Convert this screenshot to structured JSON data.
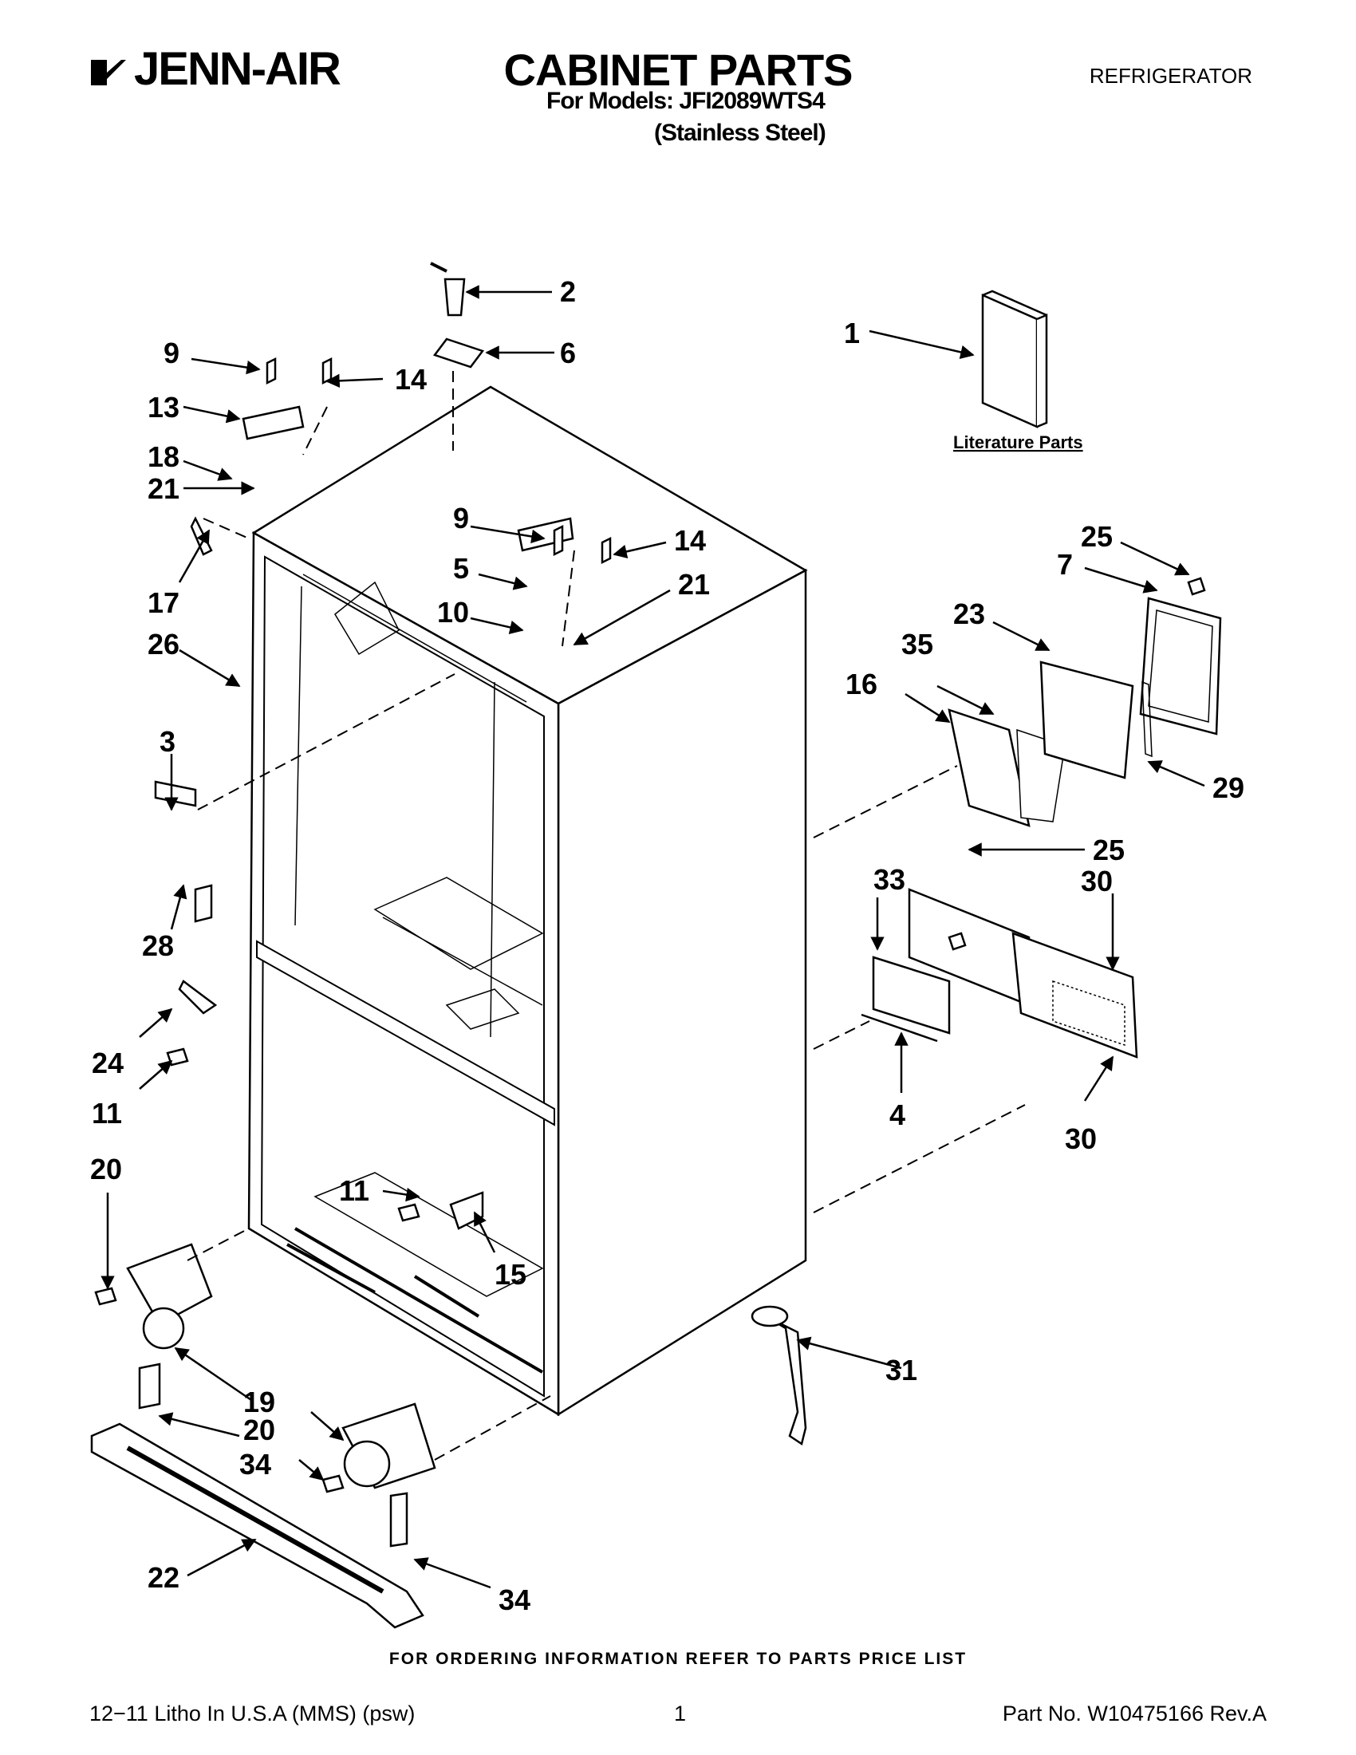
{
  "header": {
    "brand": "JENN-AIR",
    "title": "CABINET PARTS",
    "models_line": "For Models: JFI2089WTS4",
    "finish_line": "(Stainless Steel)",
    "category": "REFRIGERATOR"
  },
  "diagram": {
    "literature_label": "Literature Parts",
    "callouts": {
      "c1": "1",
      "c2": "2",
      "c3": "3",
      "c4": "4",
      "c5": "5",
      "c6": "6",
      "c7": "7",
      "c9a": "9",
      "c9b": "9",
      "c10": "10",
      "c11a": "11",
      "c11b": "11",
      "c13": "13",
      "c14a": "14",
      "c14b": "14",
      "c15": "15",
      "c16": "16",
      "c17": "17",
      "c18": "18",
      "c19": "19",
      "c20a": "20",
      "c20b": "20",
      "c21a": "21",
      "c21b": "21",
      "c22": "22",
      "c23": "23",
      "c24": "24",
      "c25a": "25",
      "c25b": "25",
      "c26": "26",
      "c28": "28",
      "c29": "29",
      "c30a": "30",
      "c30b": "30",
      "c31": "31",
      "c33": "33",
      "c34a": "34",
      "c34b": "34",
      "c35": "35"
    }
  },
  "footer": {
    "ordering_note": "FOR ORDERING INFORMATION REFER TO PARTS PRICE LIST",
    "litho": "12−11 Litho In U.S.A (MMS) (psw)",
    "page": "1",
    "part_no": "Part No. W10475166 Rev.A"
  }
}
